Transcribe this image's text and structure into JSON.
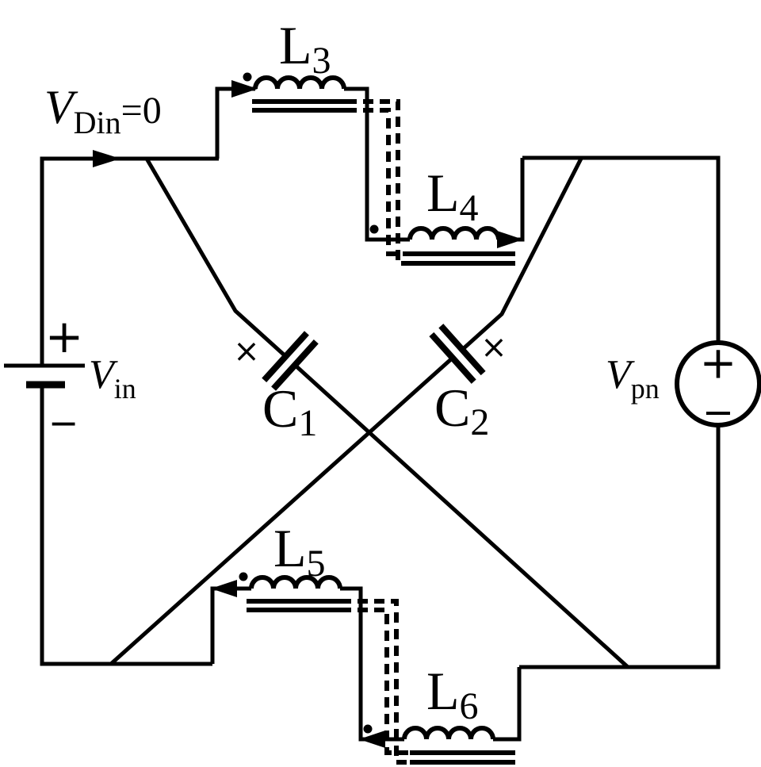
{
  "figure": {
    "colors": {
      "ink": "#000000",
      "paper": "#ffffff"
    },
    "labels": {
      "v_din": {
        "main": "V",
        "sub": "Din",
        "suffix": "=0"
      },
      "v_in": {
        "main": "V",
        "sub": "in"
      },
      "v_pn": {
        "main": "V",
        "sub": "pn"
      },
      "l3": {
        "main": "L",
        "sub": "3"
      },
      "l4": {
        "main": "L",
        "sub": "4"
      },
      "l5": {
        "main": "L",
        "sub": "5"
      },
      "l6": {
        "main": "L",
        "sub": "6"
      },
      "c1": {
        "main": "C",
        "sub": "1"
      },
      "c2": {
        "main": "C",
        "sub": "2"
      }
    },
    "symbols": {
      "battery_plus": "+",
      "battery_minus": "−",
      "source_plus": "+",
      "source_minus": "−",
      "c1_polarity_mark": "×",
      "c2_polarity_mark": "×"
    }
  }
}
